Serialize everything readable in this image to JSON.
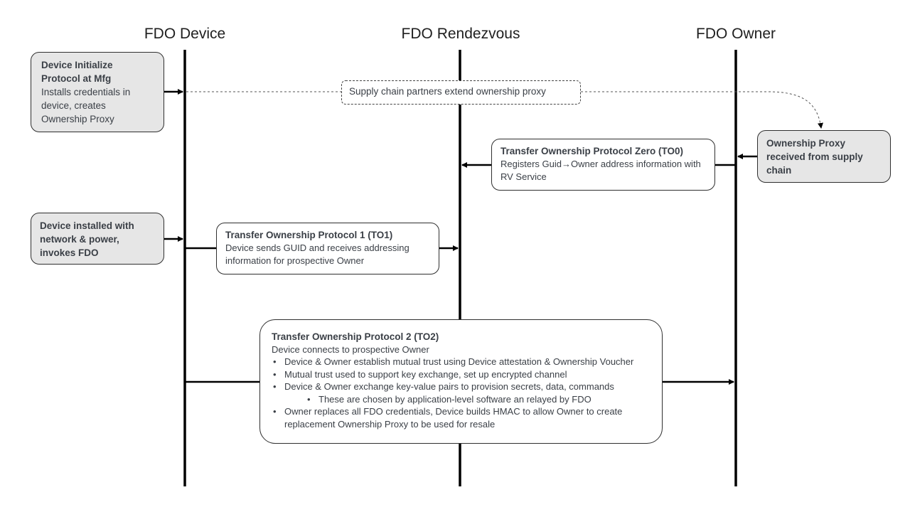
{
  "lanes": {
    "device": "FDO Device",
    "rendezvous": "FDO Rendezvous",
    "owner": "FDO Owner"
  },
  "boxes": {
    "di": {
      "title": "Device Initialize Protocol at Mfg",
      "body": "Installs credentials in device, creates Ownership Proxy"
    },
    "supply_chain": "Supply chain partners extend ownership proxy",
    "proxy_received": {
      "title": "Ownership Proxy received from supply chain"
    },
    "to0": {
      "title": "Transfer Ownership Protocol Zero (TO0)",
      "body_part1": "Registers Guid",
      "arrow_glyph": "→",
      "body_part2": "Owner address information with RV Service"
    },
    "installed": {
      "title": "Device installed with network & power, invokes FDO"
    },
    "to1": {
      "title": "Transfer Ownership Protocol 1 (TO1)",
      "body": "Device sends GUID and receives addressing information for prospective Owner"
    },
    "to2": {
      "title": "Transfer Ownership Protocol 2 (TO2)",
      "intro": "Device connects to prospective Owner",
      "bullet1": "Device & Owner establish mutual trust using Device attestation & Ownership Voucher",
      "bullet2": "Mutual trust used to support key exchange, set up encrypted channel",
      "bullet3": "Device & Owner exchange key-value pairs to provision secrets, data, commands",
      "sub_bullet": "These are chosen by application-level software an relayed by FDO",
      "bullet4": "Owner replaces all FDO credentials, Device builds HMAC to allow Owner to create replacement Ownership Proxy to be used for resale"
    }
  },
  "colors": {
    "line": "#000000",
    "box_border": "#2f2f2f",
    "grey_fill": "#e6e6e6",
    "text": "#3a3f46"
  }
}
